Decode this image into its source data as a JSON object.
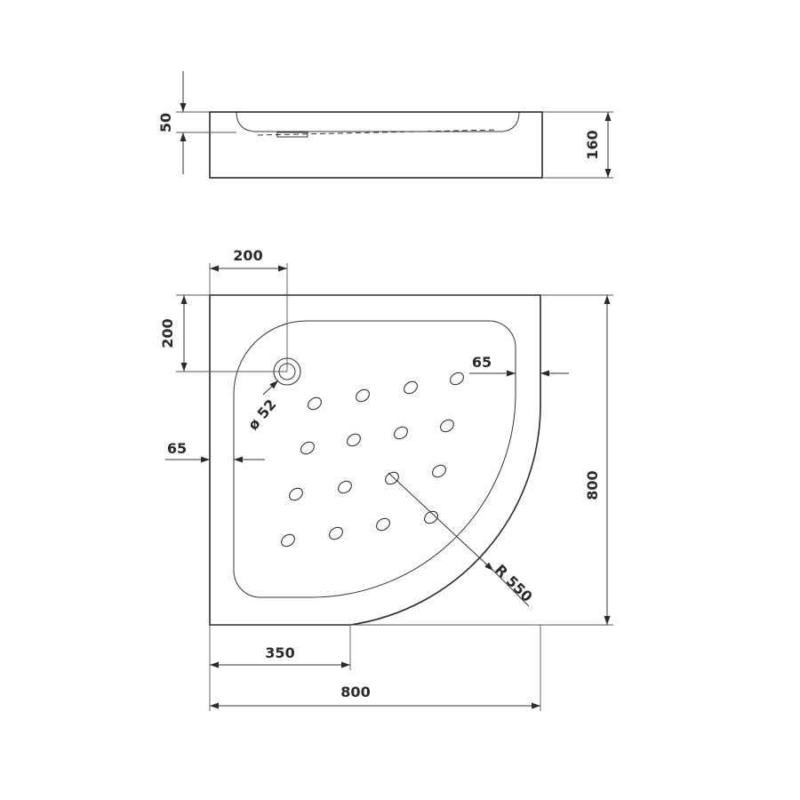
{
  "dimensions": {
    "side_depth": "50",
    "side_height": "160",
    "drain_offset_x": "200",
    "drain_offset_y": "200",
    "rim_top": "65",
    "rim_left": "65",
    "drain_diameter": "ø 52",
    "radius": "R 550",
    "straight_length": "350",
    "width": "800",
    "height": "800"
  },
  "colors": {
    "line": "#2a2a2a",
    "background": "#ffffff"
  }
}
